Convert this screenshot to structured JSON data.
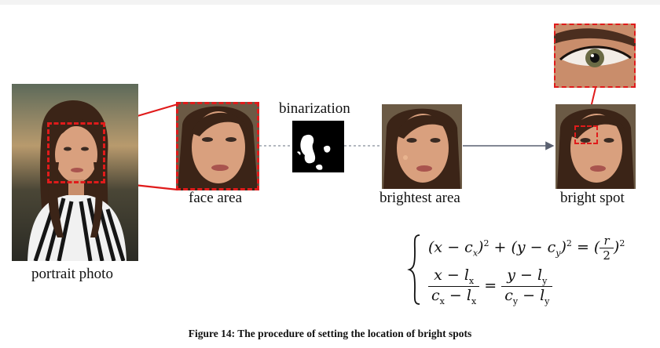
{
  "figure": {
    "labels": {
      "portrait": "portrait photo",
      "face_area": "face area",
      "binarization": "binarization",
      "brightest_area": "brightest area",
      "bright_spot": "bright spot"
    },
    "caption": "Figure 14: The procedure of setting the location of bright spots",
    "equations": {
      "circle": "(x − c_x)^2 + (y − c_y)^2 = (r/2)^2",
      "line": "(x − l_x)/(c_x − l_x) = (y − l_y)/(c_y − l_y)"
    },
    "colors": {
      "dashed_box": "#e01b1b",
      "arrow": "#5a6070",
      "hair": "#3b2417",
      "skin": "#d9a07e"
    }
  }
}
